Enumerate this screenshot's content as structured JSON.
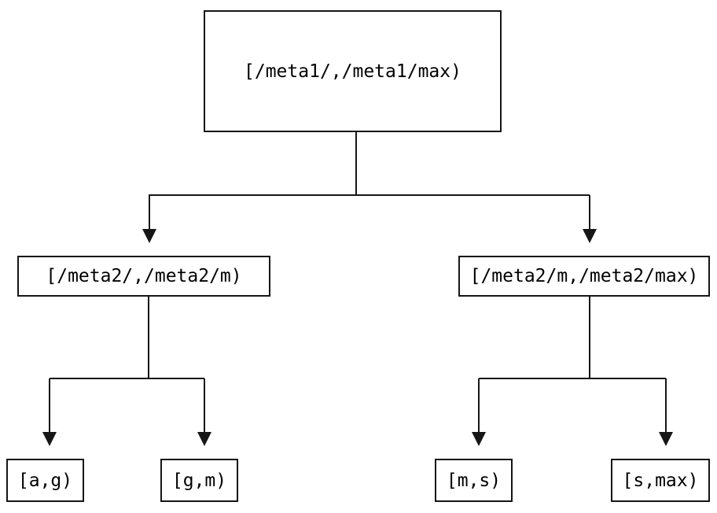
{
  "diagram": {
    "type": "tree",
    "description": "Binary tree of key ranges, split top-down into narrower intervals",
    "nodes": {
      "root": {
        "label": "[/meta1/,/meta1/max)"
      },
      "left": {
        "label": "[/meta2/,/meta2/m)"
      },
      "right": {
        "label": "[/meta2/m,/meta2/max)"
      },
      "left_left": {
        "label": "[a,g)"
      },
      "left_right": {
        "label": "[g,m)"
      },
      "right_left": {
        "label": "[m,s)"
      },
      "right_right": {
        "label": "[s,max)"
      }
    },
    "edges": [
      {
        "from": "root",
        "to": "left"
      },
      {
        "from": "root",
        "to": "right"
      },
      {
        "from": "left",
        "to": "left_left"
      },
      {
        "from": "left",
        "to": "left_right"
      },
      {
        "from": "right",
        "to": "right_left"
      },
      {
        "from": "right",
        "to": "right_right"
      }
    ],
    "colors": {
      "background": "#ffffff",
      "line": "#161616",
      "box_border": "#161616",
      "text": "#000000"
    }
  }
}
